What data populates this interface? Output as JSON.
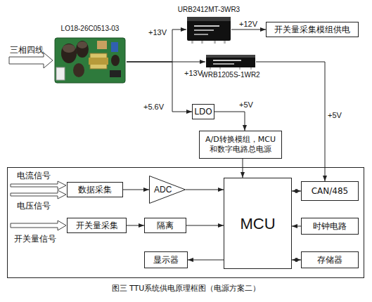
{
  "diagram": {
    "caption": "图三 TTU系统供电原理框图（电源方案二）",
    "nodes": [
      {
        "text": [
          "URB2412MT-3WR3"
        ]
      },
      {
        "text": [
          "开关量采集模组供电"
        ]
      },
      {
        "text": [
          "LO18-26C0513-03"
        ]
      },
      {
        "text": [
          "WRB1205S-1WR2"
        ]
      },
      {
        "text": [
          "LDO"
        ]
      },
      {
        "text": [
          "A/D转换模组，MCU 和数字电路总电源"
        ]
      },
      {
        "text": [
          "数据采集"
        ]
      },
      {
        "text": [
          "ADC"
        ]
      },
      {
        "text": [
          "MCU"
        ]
      },
      {
        "text": [
          "CAN/485"
        ]
      },
      {
        "text": [
          "开关量采集"
        ]
      },
      {
        "text": [
          "隔离"
        ]
      },
      {
        "text": [
          "时钟电路"
        ]
      },
      {
        "text": [
          "显示器"
        ]
      },
      {
        "text": [
          "存储器"
        ]
      }
    ],
    "edges": [
      {
        "from": 2,
        "to": 0,
        "arrow": "to",
        "label": "+13V"
      },
      {
        "from": 0,
        "to": 1,
        "arrow": "to",
        "label": "+12V"
      },
      {
        "from": 2,
        "to": 3,
        "arrow": "to",
        "label": "+13V"
      },
      {
        "from": 2,
        "to": 4,
        "arrow": "to",
        "label": "+5.6V"
      },
      {
        "from": 4,
        "to": 5,
        "arrow": "to",
        "label": "+5V"
      },
      {
        "from": 3,
        "to": 9,
        "arrow": "to",
        "label": "+5V"
      },
      {
        "from": 5,
        "to": 8,
        "arrow": "to"
      },
      {
        "from": 6,
        "to": 7,
        "arrow": "to"
      },
      {
        "from": 7,
        "to": 8,
        "arrow": "to"
      },
      {
        "from": 8,
        "to": 9,
        "arrow": "both"
      },
      {
        "from": 10,
        "to": 11,
        "arrow": "to"
      },
      {
        "from": 11,
        "to": 8,
        "arrow": "to"
      },
      {
        "from": 12,
        "to": 8,
        "arrow": "to"
      },
      {
        "from": 8,
        "to": 13,
        "arrow": "to"
      },
      {
        "from": 8,
        "to": 14,
        "arrow": "both"
      }
    ],
    "labels": [
      "三相四线",
      "电流信号",
      "电压信号",
      "开关量信号"
    ]
  }
}
